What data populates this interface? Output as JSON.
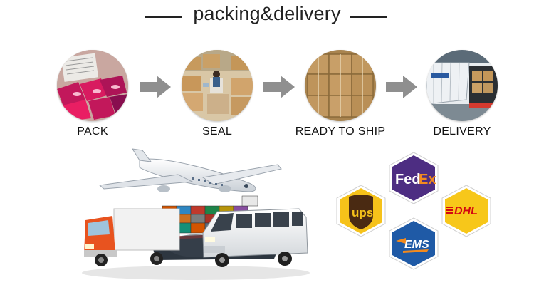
{
  "header": {
    "title": "packing&delivery"
  },
  "steps": [
    {
      "label": "PACK",
      "photo": "packing-photo"
    },
    {
      "label": "SEAL",
      "photo": "warehouse-photo"
    },
    {
      "label": "READY TO SHIP",
      "photo": "boxes-photo"
    },
    {
      "label": "DELIVERY",
      "photo": "truck-loading-photo"
    }
  ],
  "carriers": {
    "fedex": {
      "text_fe": "Fed",
      "text_ex": "Ex",
      "color_bg": "#4d2d82",
      "color_fe": "#ffffff",
      "color_ex": "#f28a1e"
    },
    "ups": {
      "text": "ups",
      "color_bg": "#f6c21a",
      "color_shield": "#4a2a12"
    },
    "dhl": {
      "text": "DHL",
      "color_bg": "#f7c71a",
      "color_text": "#d40511"
    },
    "ems": {
      "text": "EMS",
      "color_bg": "#1f5aa6",
      "color_text": "#ffffff"
    }
  },
  "colors": {
    "arrow": "#8f8f8f",
    "title": "#222222"
  }
}
